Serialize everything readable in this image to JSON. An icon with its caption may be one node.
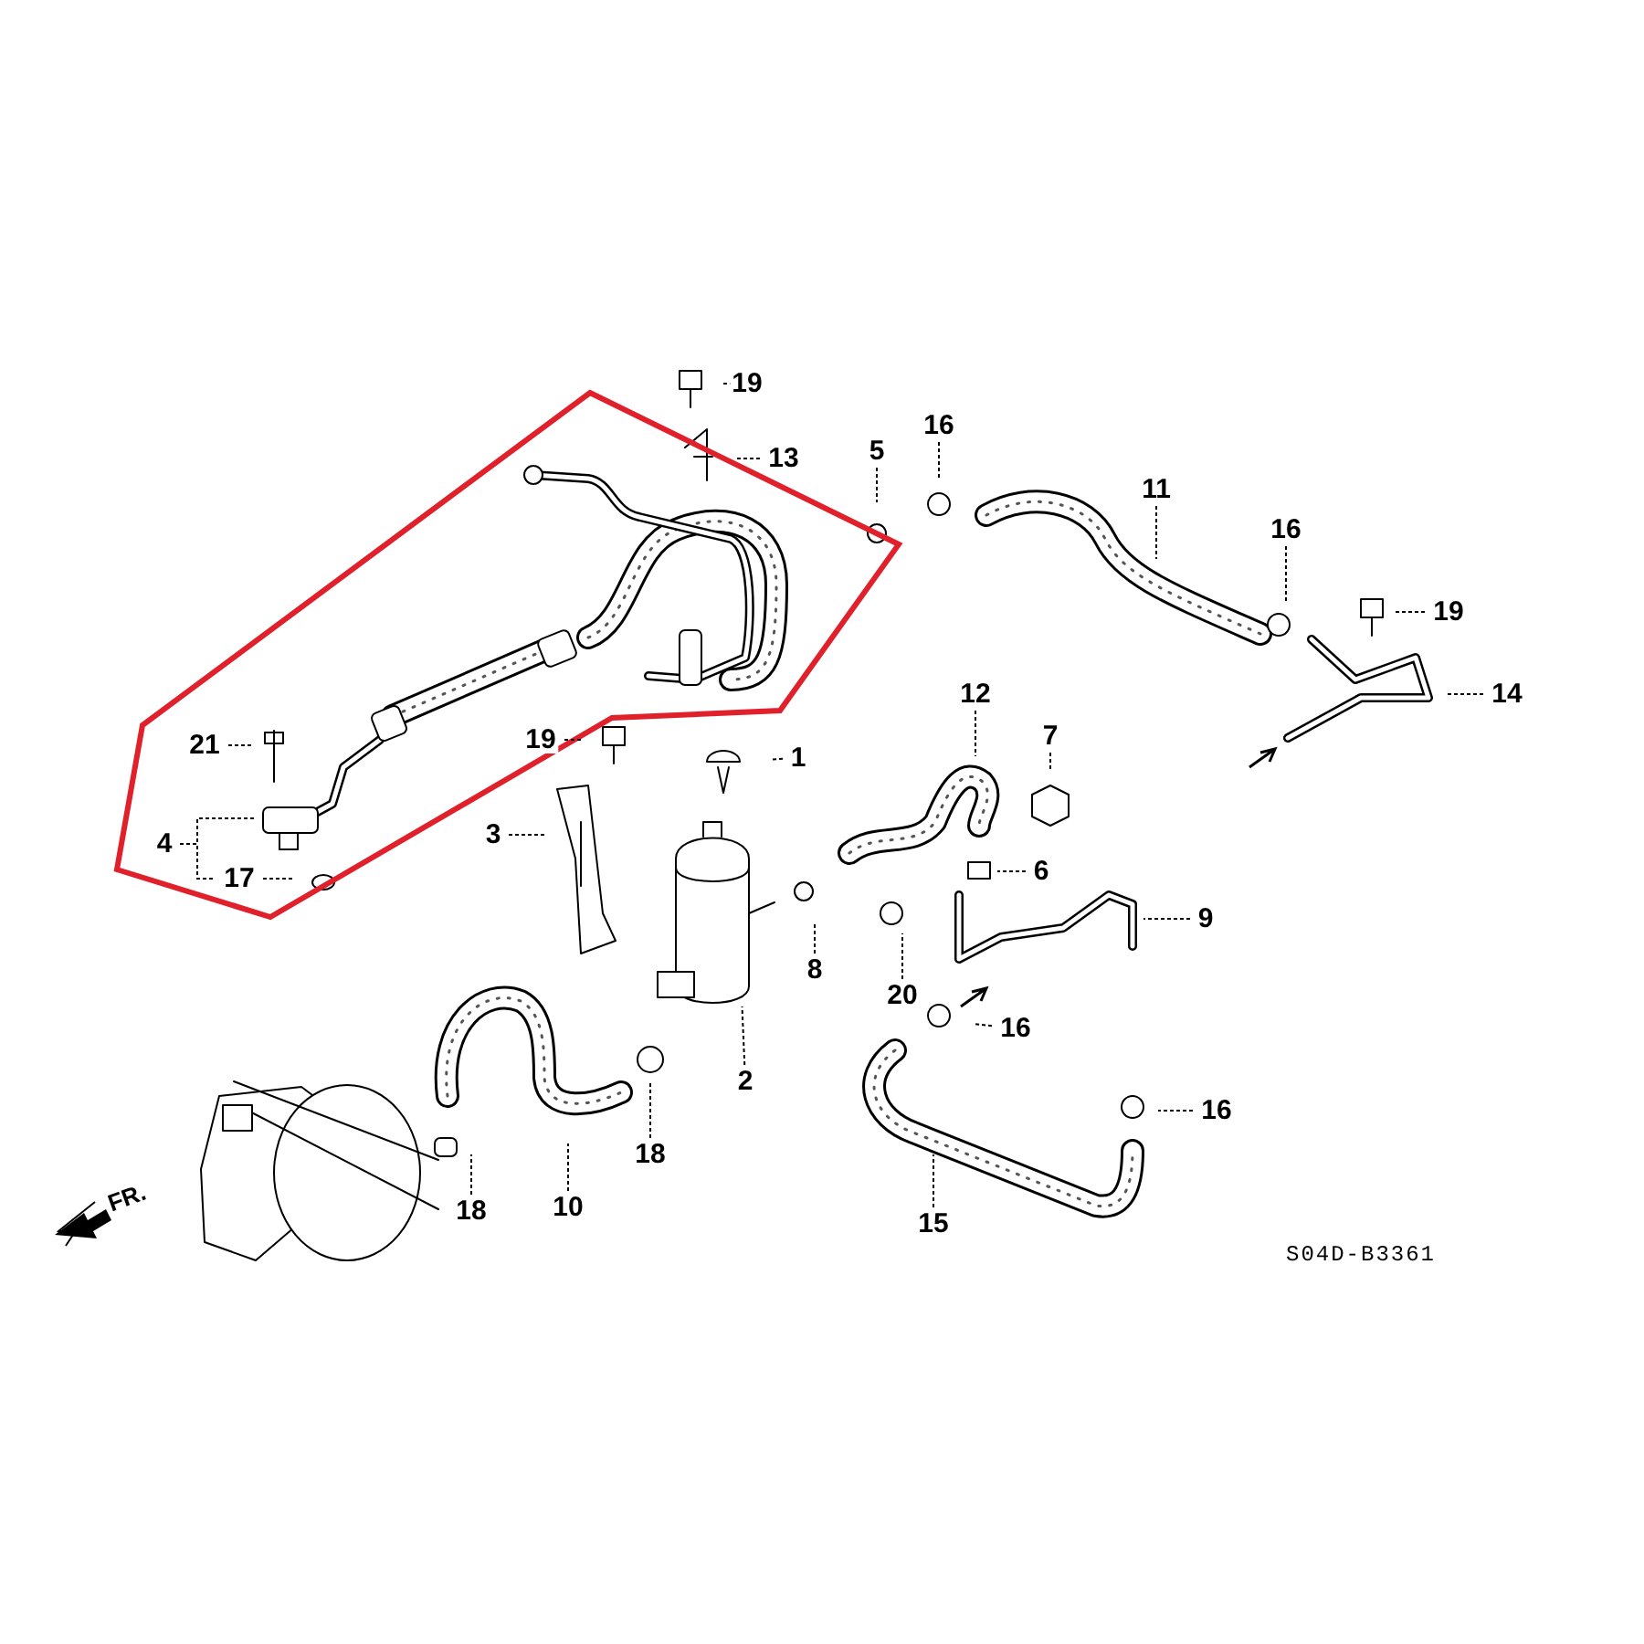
{
  "diagram": {
    "nodes": [
      {
        "text": [
          "19"
        ]
      },
      {
        "text": [
          "13"
        ]
      },
      {
        "text": [
          "5"
        ]
      },
      {
        "text": [
          "16"
        ]
      },
      {
        "text": [
          "11"
        ]
      },
      {
        "text": [
          "16"
        ]
      },
      {
        "text": [
          "19"
        ]
      },
      {
        "text": [
          "14"
        ]
      },
      {
        "text": [
          "12"
        ]
      },
      {
        "text": [
          "7"
        ]
      },
      {
        "text": [
          "1"
        ]
      },
      {
        "text": [
          "21"
        ]
      },
      {
        "text": [
          "19"
        ]
      },
      {
        "text": [
          "4"
        ]
      },
      {
        "text": [
          "17"
        ]
      },
      {
        "text": [
          "3"
        ]
      },
      {
        "text": [
          "6"
        ]
      },
      {
        "text": [
          "9"
        ]
      },
      {
        "text": [
          "8"
        ]
      },
      {
        "text": [
          "20"
        ]
      },
      {
        "text": [
          "16"
        ]
      },
      {
        "text": [
          "2"
        ]
      },
      {
        "text": [
          "18"
        ]
      },
      {
        "text": [
          "18"
        ]
      },
      {
        "text": [
          "10"
        ]
      },
      {
        "text": [
          "16"
        ]
      },
      {
        "text": [
          "15"
        ]
      }
    ],
    "edges": [
      {
        "from": 0,
        "to": null,
        "arrow": "none"
      },
      {
        "from": 1,
        "to": null,
        "arrow": "none"
      },
      {
        "from": 2,
        "to": null,
        "arrow": "none"
      },
      {
        "from": 3,
        "to": null,
        "arrow": "none"
      },
      {
        "from": 4,
        "to": null,
        "arrow": "none"
      },
      {
        "from": 5,
        "to": null,
        "arrow": "none"
      },
      {
        "from": 6,
        "to": null,
        "arrow": "none"
      },
      {
        "from": 7,
        "to": null,
        "arrow": "none"
      },
      {
        "from": 8,
        "to": null,
        "arrow": "none"
      },
      {
        "from": 9,
        "to": null,
        "arrow": "none"
      },
      {
        "from": 10,
        "to": null,
        "arrow": "none"
      },
      {
        "from": 11,
        "to": null,
        "arrow": "none"
      },
      {
        "from": 12,
        "to": null,
        "arrow": "none"
      },
      {
        "from": 13,
        "to": null,
        "arrow": "none"
      },
      {
        "from": 13,
        "to": 14,
        "arrow": "none"
      },
      {
        "from": 14,
        "to": null,
        "arrow": "none"
      },
      {
        "from": 15,
        "to": null,
        "arrow": "none"
      },
      {
        "from": 16,
        "to": null,
        "arrow": "none"
      },
      {
        "from": 17,
        "to": null,
        "arrow": "none"
      },
      {
        "from": 18,
        "to": null,
        "arrow": "none"
      },
      {
        "from": 19,
        "to": null,
        "arrow": "none"
      },
      {
        "from": 20,
        "to": null,
        "arrow": "none"
      },
      {
        "from": 21,
        "to": null,
        "arrow": "none"
      },
      {
        "from": 22,
        "to": null,
        "arrow": "none"
      },
      {
        "from": 23,
        "to": null,
        "arrow": "none"
      },
      {
        "from": 24,
        "to": null,
        "arrow": "none"
      },
      {
        "from": 25,
        "to": null,
        "arrow": "none"
      },
      {
        "from": 26,
        "to": null,
        "arrow": "none"
      }
    ],
    "labels": [
      "FR.",
      "S04D-B3361"
    ]
  }
}
